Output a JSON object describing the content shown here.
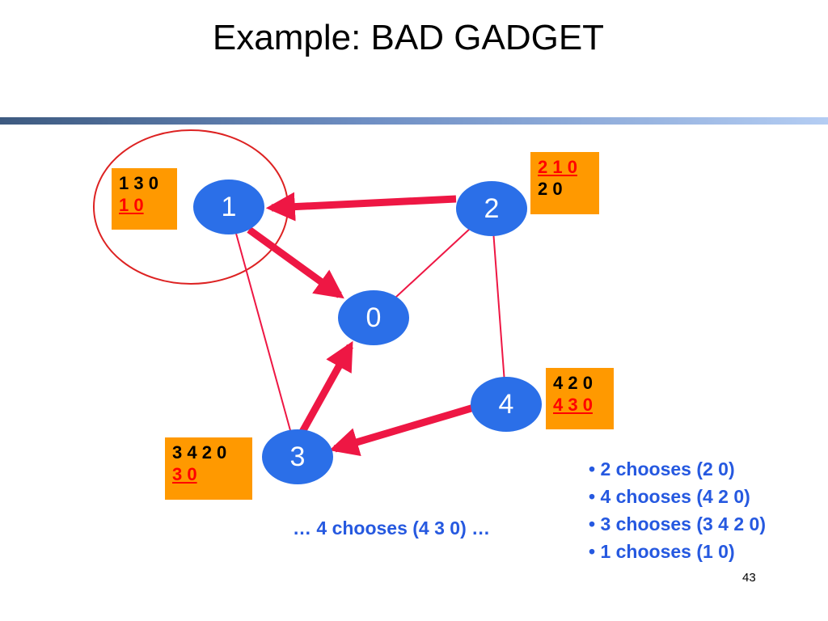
{
  "slide": {
    "title": "Example: BAD GADGET",
    "page_number": "43"
  },
  "colors": {
    "node_fill": "#2b6fe8",
    "edge_color": "#ee1744",
    "box_fill": "#ff9900",
    "chosen_text": "#ff0000",
    "blue_text": "#2659e0",
    "circle_outline": "#dd2222"
  },
  "diagram": {
    "nodes": [
      {
        "id": "0",
        "label": "0"
      },
      {
        "id": "1",
        "label": "1"
      },
      {
        "id": "2",
        "label": "2"
      },
      {
        "id": "3",
        "label": "3"
      },
      {
        "id": "4",
        "label": "4"
      }
    ],
    "links": [
      {
        "from": "1",
        "to": "0",
        "chosen": true
      },
      {
        "from": "2",
        "to": "1",
        "chosen": true
      },
      {
        "from": "3",
        "to": "0",
        "chosen": true
      },
      {
        "from": "4",
        "to": "3",
        "chosen": true
      },
      {
        "from": "2",
        "to": "0",
        "chosen": false
      },
      {
        "from": "2",
        "to": "4",
        "chosen": false
      },
      {
        "from": "1",
        "to": "3",
        "chosen": false
      }
    ],
    "highlighted_node": "1",
    "preference_boxes": [
      {
        "node": "1",
        "paths": [
          {
            "text": "1 3 0",
            "chosen": false
          },
          {
            "text": "1 0",
            "chosen": true
          }
        ]
      },
      {
        "node": "2",
        "paths": [
          {
            "text": "2 1 0",
            "chosen": true
          },
          {
            "text": "2 0",
            "chosen": false
          }
        ]
      },
      {
        "node": "4",
        "paths": [
          {
            "text": "4 2 0",
            "chosen": false
          },
          {
            "text": "4 3 0",
            "chosen": true
          }
        ]
      },
      {
        "node": "3",
        "paths": [
          {
            "text": "3 4 2 0",
            "chosen": false
          },
          {
            "text": "3 0",
            "chosen": true
          }
        ]
      }
    ]
  },
  "caption": "… 4 chooses (4 3 0) …",
  "bullets": [
    "• 2 chooses (2 0)",
    "• 4 chooses (4 2 0)",
    "• 3 chooses (3 4 2 0)",
    "• 1 chooses (1 0)"
  ]
}
